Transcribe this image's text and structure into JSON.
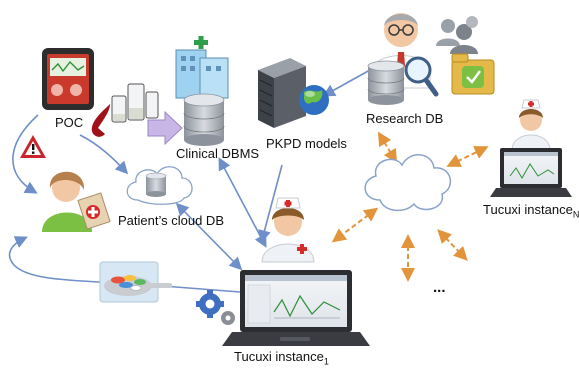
{
  "labels": {
    "poc": "POC",
    "clinical_dbms": "Clinical DBMS",
    "pkpd_models": "PKPD models",
    "research_db": "Research DB",
    "patient_cloud_db": "Patient’s cloud DB",
    "tucuxi_instance_1": "Tucuxi instance",
    "tucuxi_instance_1_sub": "1",
    "tucuxi_instance_n": "Tucuxi instance",
    "tucuxi_instance_n_sub": "N",
    "ellipsis": "..."
  },
  "colors": {
    "arrow_blue": "#6f8fc8",
    "arrow_orange": "#e2943a",
    "cylinder": "#b9bec6",
    "nurse_cap": "#ffffff",
    "red_cross": "#d62b2b"
  }
}
